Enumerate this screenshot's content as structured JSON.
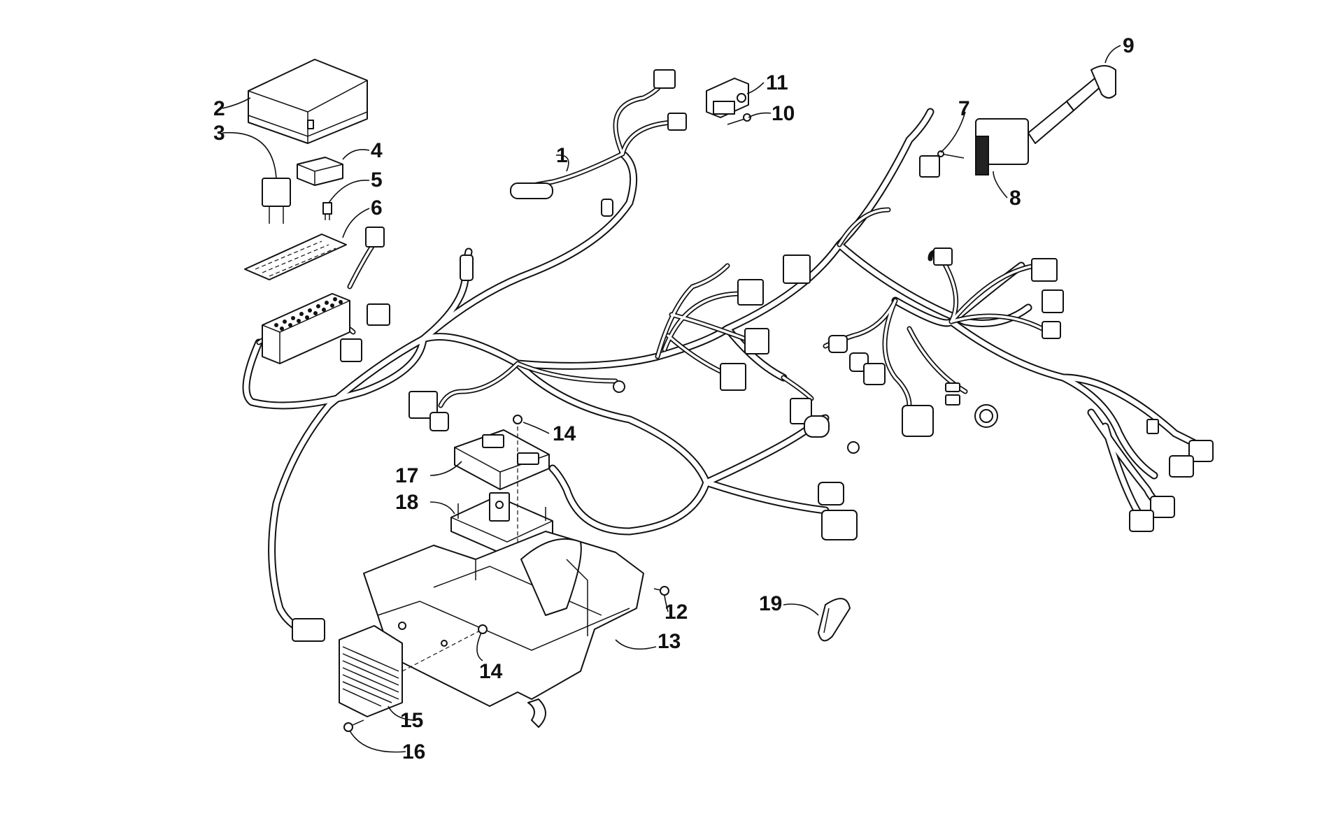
{
  "diagram": {
    "labels": [
      {
        "id": "1",
        "text": "1"
      },
      {
        "id": "2",
        "text": "2"
      },
      {
        "id": "3",
        "text": "3"
      },
      {
        "id": "4",
        "text": "4"
      },
      {
        "id": "5",
        "text": "5"
      },
      {
        "id": "6",
        "text": "6"
      },
      {
        "id": "7",
        "text": "7"
      },
      {
        "id": "8",
        "text": "8"
      },
      {
        "id": "9",
        "text": "9"
      },
      {
        "id": "10",
        "text": "10"
      },
      {
        "id": "11",
        "text": "11"
      },
      {
        "id": "12",
        "text": "12"
      },
      {
        "id": "13",
        "text": "13"
      },
      {
        "id": "14a",
        "text": "14"
      },
      {
        "id": "14b",
        "text": "14"
      },
      {
        "id": "15",
        "text": "15"
      },
      {
        "id": "16",
        "text": "16"
      },
      {
        "id": "17",
        "text": "17"
      },
      {
        "id": "18",
        "text": "18"
      },
      {
        "id": "19",
        "text": "19"
      }
    ],
    "colors": {
      "ink": "#111111",
      "background": "#ffffff"
    }
  }
}
